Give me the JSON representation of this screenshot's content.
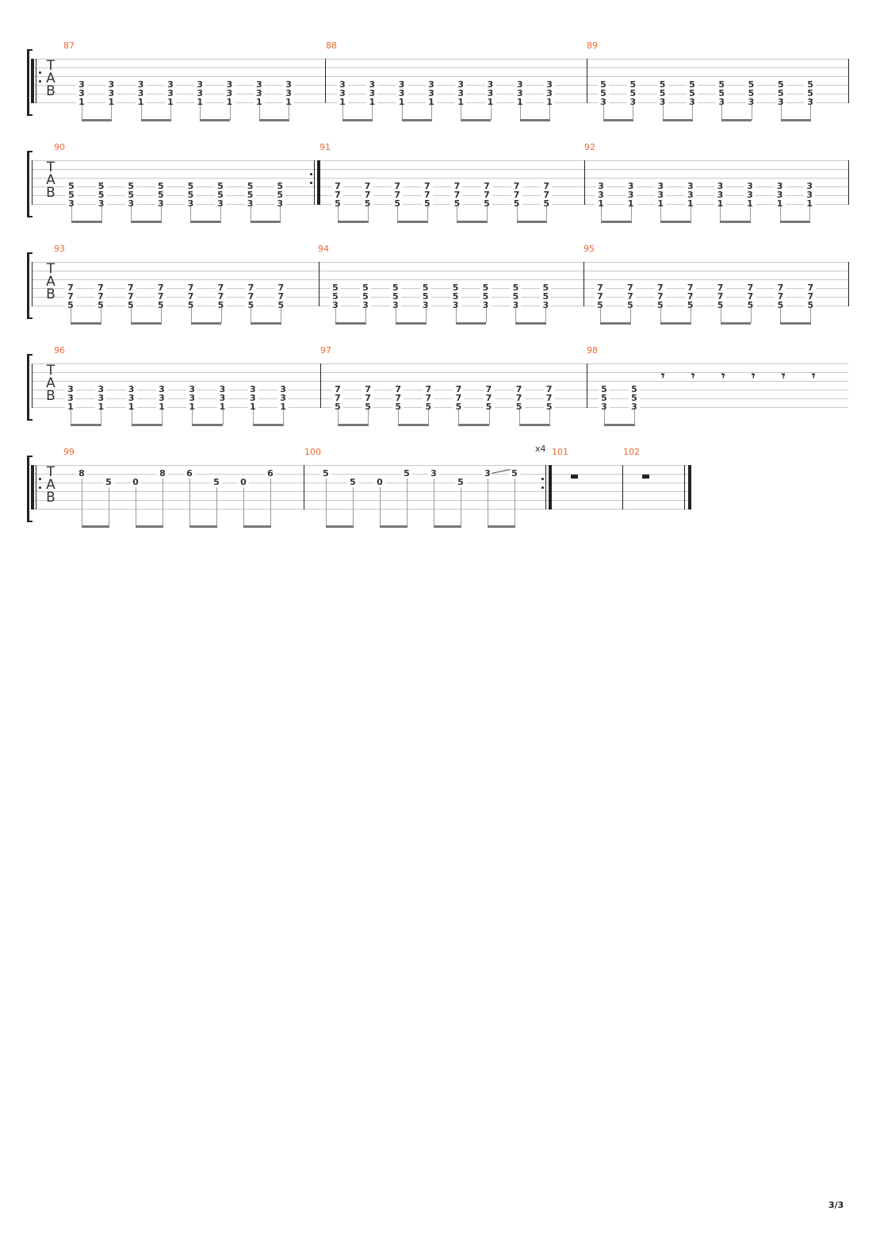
{
  "clef": {
    "t": "T",
    "a": "A",
    "b": "B"
  },
  "repeat_count": "x4",
  "page_number": "3/3",
  "colors": {
    "measure_number": "#f06a35",
    "staff_line": "#c8c8c8"
  },
  "systems": [
    {
      "measures": [
        {
          "number": "87",
          "beats": [
            "331",
            "331",
            "331",
            "331",
            "331",
            "331",
            "331",
            "331"
          ]
        },
        {
          "number": "88",
          "beats": [
            "331",
            "331",
            "331",
            "331",
            "331",
            "331",
            "331",
            "331"
          ]
        },
        {
          "number": "89",
          "beats": [
            "553",
            "553",
            "553",
            "553",
            "553",
            "553",
            "553",
            "553"
          ]
        }
      ]
    },
    {
      "measures": [
        {
          "number": "90",
          "beats": [
            "553",
            "553",
            "553",
            "553",
            "553",
            "553",
            "553",
            "553"
          ]
        },
        {
          "number": "91",
          "beats": [
            "775",
            "775",
            "775",
            "775",
            "775",
            "775",
            "775",
            "775"
          ]
        },
        {
          "number": "92",
          "beats": [
            "331",
            "331",
            "331",
            "331",
            "331",
            "331",
            "331",
            "331"
          ]
        }
      ]
    },
    {
      "measures": [
        {
          "number": "93",
          "beats": [
            "775",
            "775",
            "775",
            "775",
            "775",
            "775",
            "775",
            "775"
          ]
        },
        {
          "number": "94",
          "beats": [
            "553",
            "553",
            "553",
            "553",
            "553",
            "553",
            "553",
            "553"
          ]
        },
        {
          "number": "95",
          "beats": [
            "775",
            "775",
            "775",
            "775",
            "775",
            "775",
            "775",
            "775"
          ]
        }
      ]
    },
    {
      "measures": [
        {
          "number": "96",
          "beats": [
            "331",
            "331",
            "331",
            "331",
            "331",
            "331",
            "331",
            "331"
          ]
        },
        {
          "number": "97",
          "beats": [
            "775",
            "775",
            "775",
            "775",
            "775",
            "775",
            "775",
            "775"
          ]
        },
        {
          "number": "98",
          "beats": [
            "553",
            "553"
          ],
          "eighth_rests": 6
        }
      ]
    },
    {
      "measures": [
        {
          "number": "99",
          "notes": [
            {
              "string": 2,
              "fret": "8"
            },
            {
              "string": 3,
              "fret": "5"
            },
            {
              "string": 3,
              "fret": "0"
            },
            {
              "string": 2,
              "fret": "8"
            },
            {
              "string": 2,
              "fret": "6"
            },
            {
              "string": 3,
              "fret": "5"
            },
            {
              "string": 3,
              "fret": "0"
            },
            {
              "string": 2,
              "fret": "6"
            }
          ]
        },
        {
          "number": "100",
          "notes": [
            {
              "string": 2,
              "fret": "5"
            },
            {
              "string": 3,
              "fret": "5"
            },
            {
              "string": 3,
              "fret": "0"
            },
            {
              "string": 2,
              "fret": "5"
            },
            {
              "string": 2,
              "fret": "3"
            },
            {
              "string": 3,
              "fret": "5"
            },
            {
              "string": 2,
              "fret": "3"
            },
            {
              "string": 2,
              "fret": "5"
            }
          ],
          "slide_from_note": 6
        },
        {
          "number": "101",
          "rest": "half"
        },
        {
          "number": "102",
          "rest": "half"
        }
      ]
    }
  ]
}
